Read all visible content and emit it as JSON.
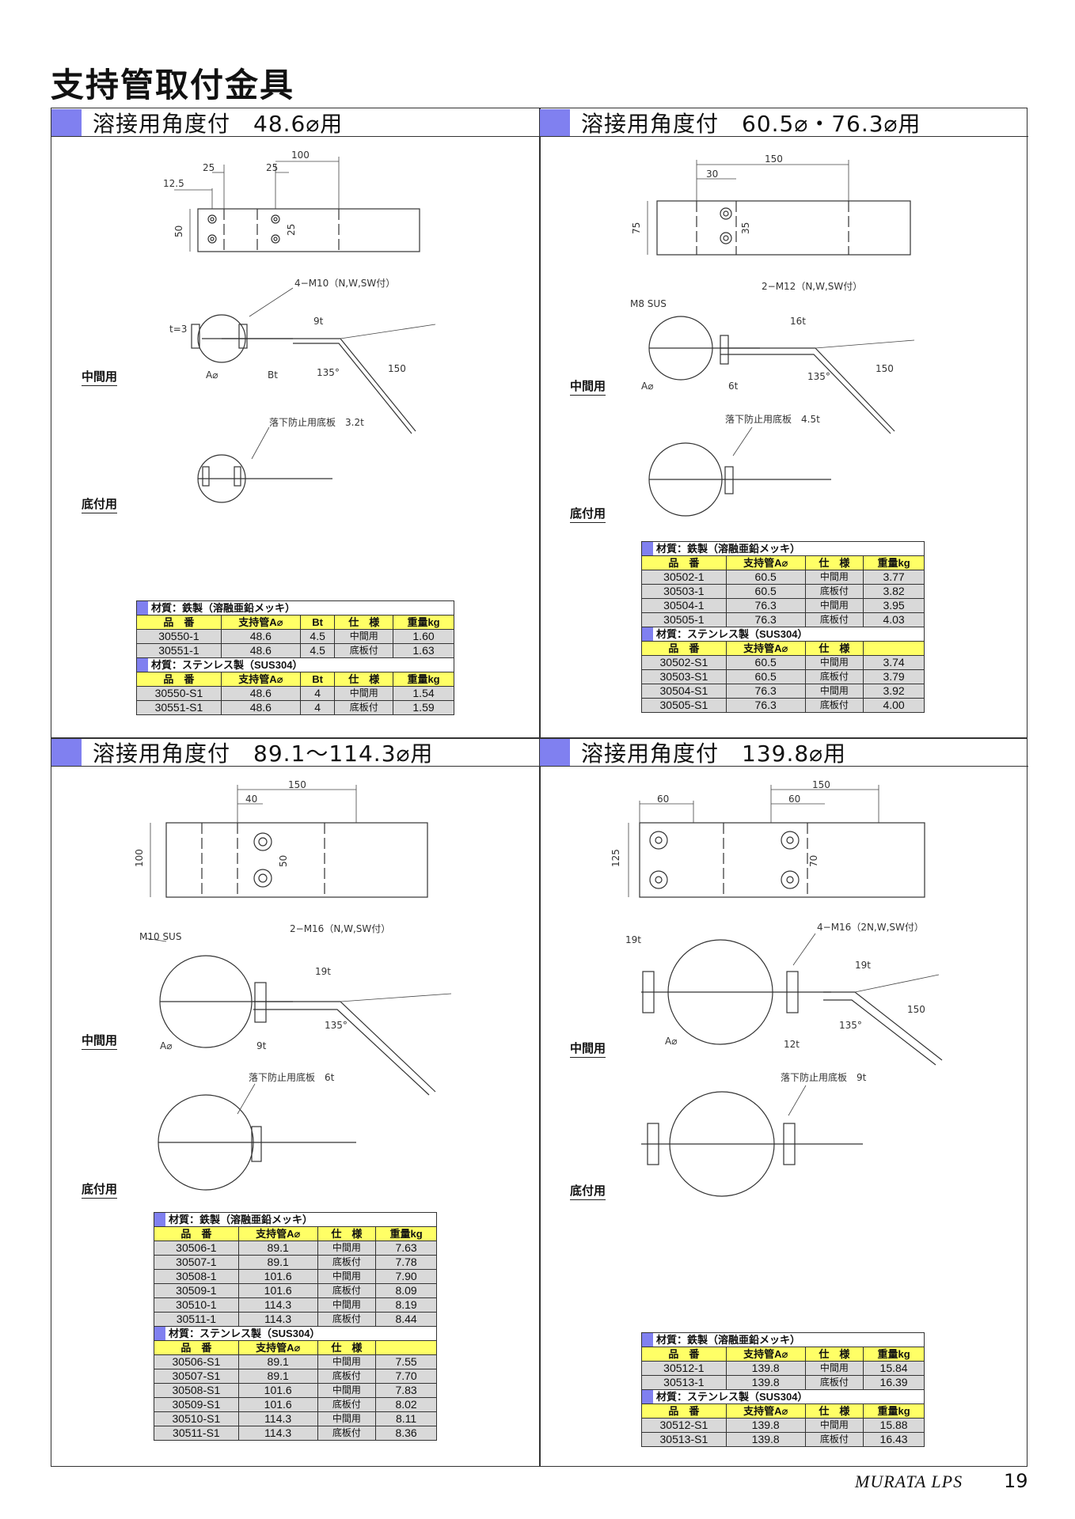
{
  "page": {
    "title": "支持管取付金具",
    "brand": "MURATA LPS",
    "page_number": "19"
  },
  "sections": [
    {
      "heading": "溶接用角度付　48.6⌀用",
      "label_mid": "中間用",
      "label_bottom": "底付用",
      "dims": {
        "top": [
          "100",
          "25",
          "25",
          "12.5",
          "50",
          "25"
        ],
        "mid": [
          "4−M10（N,W,SW付）",
          "9t",
          "t=3",
          "A⌀",
          "Bt",
          "135°",
          "150"
        ],
        "bottom": [
          "落下防止用底板　3.2t"
        ]
      },
      "tables": [
        {
          "material": "材質：鉄製（溶融亜鉛メッキ）",
          "headers": [
            "品　番",
            "支持管A⌀",
            "Bt",
            "仕　様",
            "重量kg"
          ],
          "rows": [
            [
              "30550-1",
              "48.6",
              "4.5",
              "中間用",
              "1.60"
            ],
            [
              "30551-1",
              "48.6",
              "4.5",
              "底板付",
              "1.63"
            ]
          ]
        },
        {
          "material": "材質：ステンレス製（SUS304）",
          "headers": [
            "品　番",
            "支持管A⌀",
            "Bt",
            "仕　様",
            "重量kg"
          ],
          "rows": [
            [
              "30550-S1",
              "48.6",
              "4",
              "中間用",
              "1.54"
            ],
            [
              "30551-S1",
              "48.6",
              "4",
              "底板付",
              "1.59"
            ]
          ]
        }
      ]
    },
    {
      "heading": "溶接用角度付　60.5⌀・76.3⌀用",
      "label_mid": "中間用",
      "label_bottom": "底付用",
      "dims": {
        "top": [
          "150",
          "30",
          "75",
          "35"
        ],
        "mid": [
          "M8  SUS",
          "2−M12（N,W,SW付）",
          "16t",
          "A⌀",
          "6t",
          "135°",
          "150"
        ],
        "bottom": [
          "落下防止用底板　4.5t"
        ]
      },
      "tables": [
        {
          "material": "材質：鉄製（溶融亜鉛メッキ）",
          "headers": [
            "品　番",
            "支持管A⌀",
            "仕　様",
            "重量kg"
          ],
          "rows": [
            [
              "30502-1",
              "60.5",
              "中間用",
              "3.77"
            ],
            [
              "30503-1",
              "60.5",
              "底板付",
              "3.82"
            ],
            [
              "30504-1",
              "76.3",
              "中間用",
              "3.95"
            ],
            [
              "30505-1",
              "76.3",
              "底板付",
              "4.03"
            ]
          ]
        },
        {
          "material": "材質：ステンレス製（SUS304）",
          "headers": [
            "品　番",
            "支持管A⌀",
            "仕　様",
            ""
          ],
          "rows": [
            [
              "30502-S1",
              "60.5",
              "中間用",
              "3.74"
            ],
            [
              "30503-S1",
              "60.5",
              "底板付",
              "3.79"
            ],
            [
              "30504-S1",
              "76.3",
              "中間用",
              "3.92"
            ],
            [
              "30505-S1",
              "76.3",
              "底板付",
              "4.00"
            ]
          ]
        }
      ]
    },
    {
      "heading": "溶接用角度付　89.1〜114.3⌀用",
      "label_mid": "中間用",
      "label_bottom": "底付用",
      "dims": {
        "top": [
          "150",
          "40",
          "100",
          "50"
        ],
        "mid": [
          "M10  SUS",
          "2−M16（N,W,SW付）",
          "19t",
          "A⌀",
          "9t",
          "135°"
        ],
        "bottom": [
          "落下防止用底板　6t"
        ]
      },
      "tables": [
        {
          "material": "材質：鉄製（溶融亜鉛メッキ）",
          "headers": [
            "品　番",
            "支持管A⌀",
            "仕　様",
            "重量kg"
          ],
          "rows": [
            [
              "30506-1",
              "89.1",
              "中間用",
              "7.63"
            ],
            [
              "30507-1",
              "89.1",
              "底板付",
              "7.78"
            ],
            [
              "30508-1",
              "101.6",
              "中間用",
              "7.90"
            ],
            [
              "30509-1",
              "101.6",
              "底板付",
              "8.09"
            ],
            [
              "30510-1",
              "114.3",
              "中間用",
              "8.19"
            ],
            [
              "30511-1",
              "114.3",
              "底板付",
              "8.44"
            ]
          ]
        },
        {
          "material": "材質：ステンレス製（SUS304）",
          "headers": [
            "品　番",
            "支持管A⌀",
            "仕　様",
            ""
          ],
          "rows": [
            [
              "30506-S1",
              "89.1",
              "中間用",
              "7.55"
            ],
            [
              "30507-S1",
              "89.1",
              "底板付",
              "7.70"
            ],
            [
              "30508-S1",
              "101.6",
              "中間用",
              "7.83"
            ],
            [
              "30509-S1",
              "101.6",
              "底板付",
              "8.02"
            ],
            [
              "30510-S1",
              "114.3",
              "中間用",
              "8.11"
            ],
            [
              "30511-S1",
              "114.3",
              "底板付",
              "8.36"
            ]
          ]
        }
      ]
    },
    {
      "heading": "溶接用角度付　139.8⌀用",
      "label_mid": "中間用",
      "label_bottom": "底付用",
      "dims": {
        "top": [
          "150",
          "60",
          "60",
          "125",
          "70"
        ],
        "mid": [
          "19t",
          "4−M16（2N,W,SW付）",
          "19t",
          "A⌀",
          "12t",
          "135°",
          "150"
        ],
        "bottom": [
          "落下防止用底板　9t"
        ]
      },
      "tables": [
        {
          "material": "材質：鉄製（溶融亜鉛メッキ）",
          "headers": [
            "品　番",
            "支持管A⌀",
            "仕　様",
            "重量kg"
          ],
          "rows": [
            [
              "30512-1",
              "139.8",
              "中間用",
              "15.84"
            ],
            [
              "30513-1",
              "139.8",
              "底板付",
              "16.39"
            ]
          ]
        },
        {
          "material": "材質：ステンレス製（SUS304）",
          "headers": [
            "品　番",
            "支持管A⌀",
            "仕　様",
            "重量kg"
          ],
          "rows": [
            [
              "30512-S1",
              "139.8",
              "中間用",
              "15.88"
            ],
            [
              "30513-S1",
              "139.8",
              "底板付",
              "16.43"
            ]
          ]
        }
      ]
    }
  ]
}
